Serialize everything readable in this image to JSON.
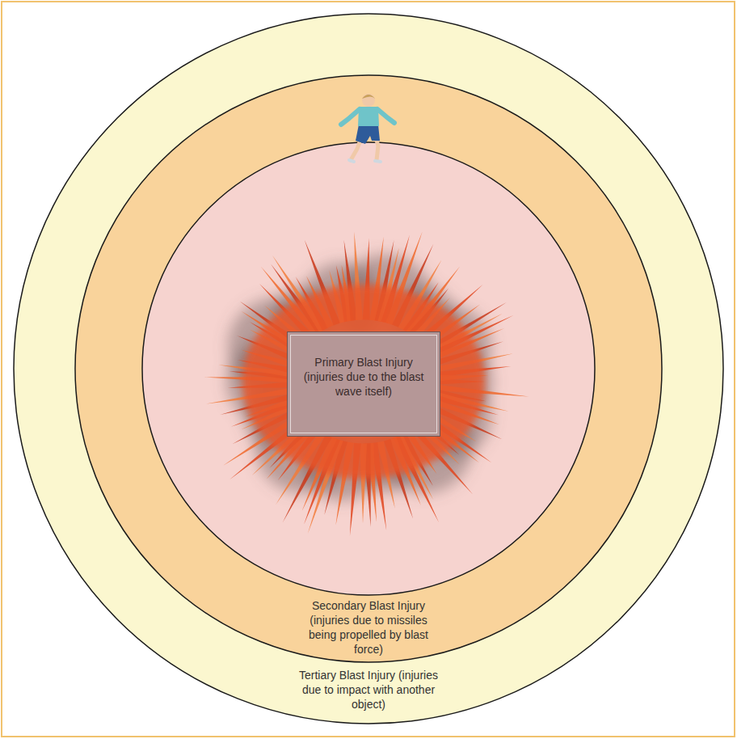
{
  "diagram": {
    "nodes": [
      {
        "text": [
          "Tertiary Blast Injury (injuries due to impact with another object)"
        ]
      },
      {
        "text": [
          "Secondary Blast Injury (injuries due to missiles being propelled by blast force)"
        ],
        "in": 0
      },
      {
        "text": [
          "Primary Blast Injury (injuries due to the blast wave itself)"
        ],
        "in": 1
      }
    ]
  }
}
